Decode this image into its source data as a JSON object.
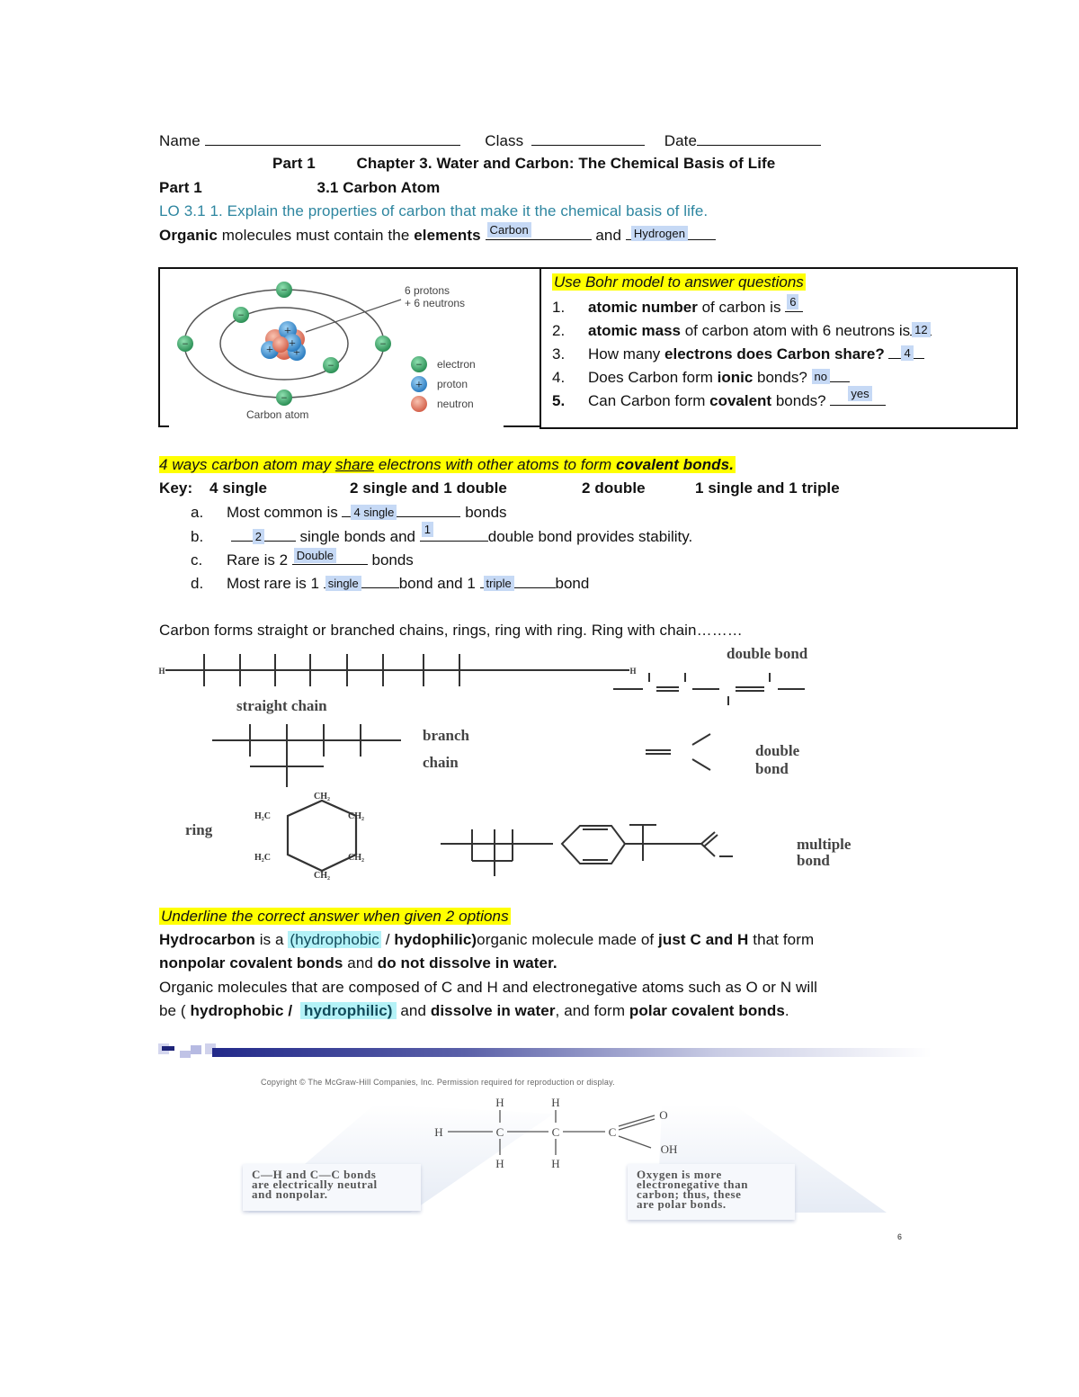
{
  "header": {
    "name_label": "Name",
    "class_label": "Class",
    "date_label": "Date",
    "part_label": "Part 1",
    "chapter_title": "Chapter 3. Water and Carbon: The Chemical Basis of Life"
  },
  "section": {
    "part_label": "Part 1",
    "title": "3.1 Carbon Atom",
    "lo_prefix": "LO 3.1",
    "lo_text": "1. Explain the properties of carbon that make it the chemical basis of life."
  },
  "elements_question": {
    "bold_start": "Organic",
    "text_mid": " molecules must contain the ",
    "bold_elements": "elements",
    "and": "and",
    "answer1": "Carbon",
    "answer2": "Hydrogen"
  },
  "bohr": {
    "figure": {
      "caption": "Carbon atom",
      "nucleus_label_line1": "6 protons",
      "nucleus_label_line2": "+ 6 neutrons",
      "legend": [
        {
          "label": "electron",
          "color": "#3aa46a",
          "symbol": "−"
        },
        {
          "label": "proton",
          "color": "#3d8fd0",
          "symbol": "+"
        },
        {
          "label": "neutron",
          "color": "#e07860",
          "symbol": ""
        }
      ]
    },
    "instruction": "Use  Bohr model to answer questions",
    "questions": [
      {
        "num": "1.",
        "bold": "atomic number",
        "text": " of carbon is ",
        "answer": "6"
      },
      {
        "num": "2.",
        "bold": "atomic mass",
        "text": " of carbon atom with 6 neutrons is",
        "answer": "12"
      },
      {
        "num": "3.",
        "pre": "How many ",
        "bold": "electrons",
        "text": " does Carbon share? ",
        "answer": "4"
      },
      {
        "num": "4.",
        "pre": "Does Carbon form ",
        "bold": "ionic",
        "text": " bonds? ",
        "answer": "no"
      },
      {
        "num": "5.",
        "pre": "Can Carbon form ",
        "bold": "covalent",
        "text": " bonds? ",
        "answer": "yes"
      }
    ]
  },
  "bonds_section": {
    "heading_pre": "4  ways  carbon atom may ",
    "heading_underlined": "share",
    "heading_mid": " electrons with other atoms to form ",
    "heading_bold": "covalent bonds.",
    "key_label": "Key:",
    "key_items": [
      "4 single",
      "2 single and 1 double",
      "2 double",
      "1 single and 1 triple"
    ],
    "items": [
      {
        "letter": "a.",
        "pre": "Most common is ",
        "answer": "4 single",
        "post": "bonds"
      },
      {
        "letter": "b.",
        "answer": "2",
        "mid": "single bonds and ",
        "answer2": "1",
        "post": "double bond provides stability."
      },
      {
        "letter": "c.",
        "pre": "Rare is 2 ",
        "answer": "Double",
        "post": "bonds"
      },
      {
        "letter": "d.",
        "pre": "Most rare is 1 ",
        "answer": "single",
        "mid": "bond and 1 ",
        "answer2": "triple",
        "post": "bond"
      }
    ]
  },
  "chains": {
    "intro": "Carbon forms straight or branched chains, rings, ring with ring. Ring with chain………",
    "labels": {
      "straight_chain": "straight chain",
      "branch": "branch",
      "chain": "chain",
      "double_bond_1": "double bond",
      "double_2a": "double",
      "double_2b": "bond",
      "ring": "ring",
      "multiple": "multiple",
      "multiple_bond": "bond"
    },
    "ring_atoms": [
      "CH₂",
      "H₂C",
      "CH₂",
      "H₂C",
      "CH₂",
      "CH₂"
    ]
  },
  "polarity_section": {
    "instruction": "Underline the correct answer when given 2 options",
    "p1_bold1": "Hydrocarbon",
    "p1_text1": " is a  ",
    "p1_option1": "(hydrophobic",
    "p1_sep": " / ",
    "p1_option2": "hydophilic)",
    "p1_text2": "organic molecule made of ",
    "p1_bold2": "just C and H",
    "p1_text3": "  that form",
    "p2_bold1": "nonpolar covalent bonds",
    "p2_text1": " and ",
    "p2_bold2": "do not dissolve in water.",
    "p3_text": "Organic molecules that are composed of C and H and electronegative atoms such as O or N will",
    "p4_text1": "be ( ",
    "p4_option1": "hydrophobic /",
    "p4_option2": "hydrophilic)",
    "p4_text2": "  and ",
    "p4_bold1": "dissolve in water",
    "p4_text3": ", and form ",
    "p4_bold2": "polar covalent bonds",
    "p4_text4": "."
  },
  "slide": {
    "copyright": "Copyright © The McGraw-Hill Companies, Inc. Permission required for reproduction or display.",
    "left_box": "C—H and C—C  bonds are electrically neutral and nonpolar.",
    "left_box_lines": [
      "C—H and C—C  bonds",
      "are electrically neutral",
      "and nonpolar."
    ],
    "right_box_lines": [
      "Oxygen is more",
      "electronegative than",
      "carbon; thus, these",
      "are polar bonds."
    ],
    "page_number": "6",
    "molecule_groups": [
      "H",
      "C",
      "C",
      "C",
      "O",
      "OH"
    ]
  },
  "colors": {
    "answer_highlight": "#c6d9f5",
    "yellow_highlight": "#ffff00",
    "cyan_highlight": "#b4f2f7",
    "lo_teal": "#2e86a0"
  }
}
